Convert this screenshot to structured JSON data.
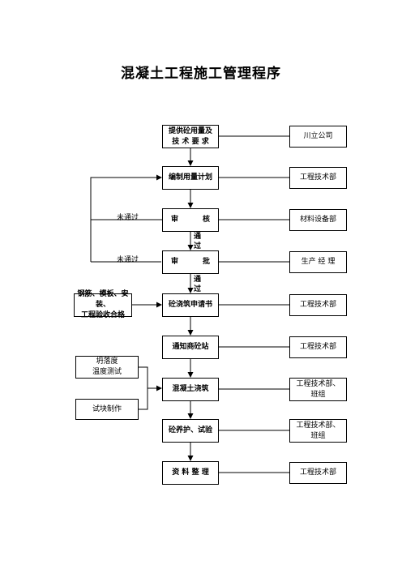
{
  "title": "混凝土工程施工管理程序",
  "steps": [
    {
      "line1": "提供砼用量及",
      "line2": "技 术 要 求"
    },
    {
      "label": "编制用量计划"
    },
    {
      "left": "审",
      "right": "核"
    },
    {
      "left": "审",
      "right": "批"
    },
    {
      "label": "砼浇筑申请书"
    },
    {
      "label": "通知商砼站"
    },
    {
      "label": "混凝土浇筑"
    },
    {
      "label": "砼养护、试验"
    },
    {
      "label": "资 料 整 理"
    }
  ],
  "departments": [
    {
      "line1": "川立公司"
    },
    {
      "line1": "工程技术部"
    },
    {
      "line1": "材料设备部"
    },
    {
      "line1": "生产 经 理"
    },
    {
      "line1": "工程技术部"
    },
    {
      "line1": "工程技术部"
    },
    {
      "line1": "工程技术部、",
      "line2": "班组"
    },
    {
      "line1": "工程技术部、",
      "line2": "班组"
    },
    {
      "line1": "工程技术部"
    }
  ],
  "side_inputs": {
    "inspection": {
      "line1": "钢筋、模板、安装、",
      "line2": "工程验收合格"
    },
    "slump": {
      "line1": "坍落度",
      "line2": "温度测试"
    },
    "specimen": "试块制作"
  },
  "flow_labels": {
    "fail_1": "未通过",
    "fail_2": "未通过",
    "pass_1": [
      "通",
      "过"
    ],
    "pass_2": [
      "通",
      "过"
    ]
  }
}
